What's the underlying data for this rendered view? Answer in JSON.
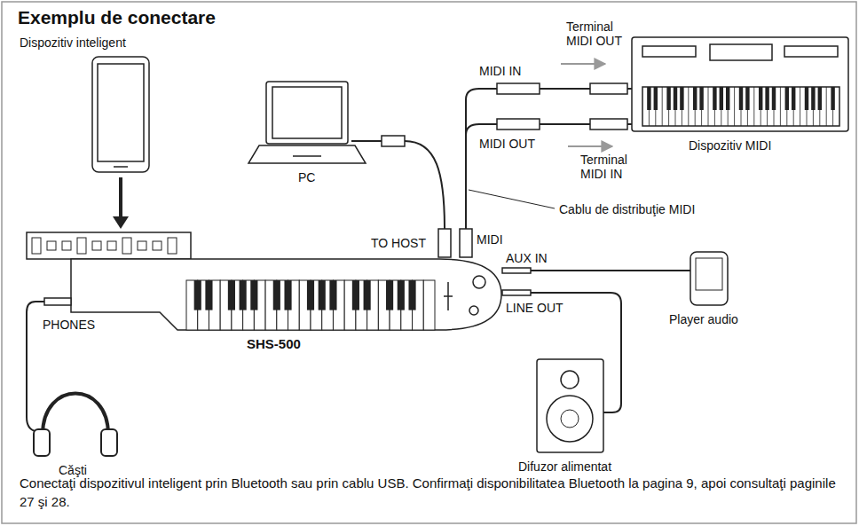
{
  "diagram": {
    "title": "Exemplu de conectare",
    "caption": "Conectaţi dispozitivul inteligent prin Bluetooth sau prin cablu USB. Confirmaţi disponibilitatea Bluetooth la pagina 9, apoi consultaţi paginile 27 şi 28.",
    "labels": [
      "Dispozitiv inteligent",
      "PC",
      "Terminal MIDI OUT",
      "MIDI IN",
      "MIDI OUT",
      "Terminal MIDI IN",
      "Dispozitiv MIDI",
      "TO HOST",
      "MIDI",
      "Cablu de distribuţie MIDI",
      "AUX IN",
      "LINE OUT",
      "Player audio",
      "PHONES",
      "SHS-500",
      "Căşti",
      "Difuzor alimentat"
    ]
  }
}
